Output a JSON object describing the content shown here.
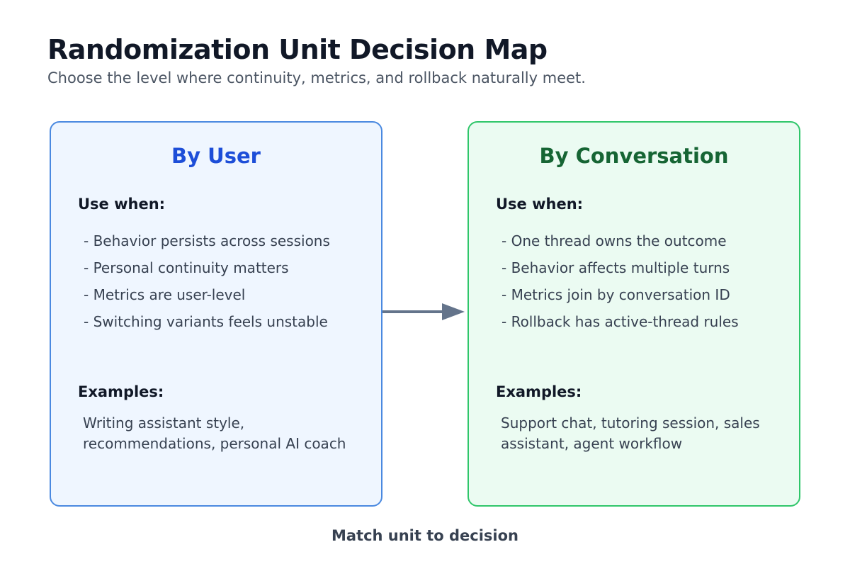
{
  "header": {
    "title": "Randomization Unit Decision Map",
    "subtitle": "Choose the level where continuity, metrics, and rollback naturally meet."
  },
  "cards": [
    {
      "title": "By User",
      "use_when_label": "Use when:",
      "bullets": [
        "- Behavior persists across sessions",
        "- Personal continuity matters",
        "- Metrics are user-level",
        "- Switching variants feels unstable"
      ],
      "examples_label": "Examples:",
      "examples": "Writing assistant style, recommendations, personal AI coach"
    },
    {
      "title": "By Conversation",
      "use_when_label": "Use when:",
      "bullets": [
        "- One thread owns the outcome",
        "- Behavior affects multiple turns",
        "- Metrics join by conversation ID",
        "- Rollback has active-thread rules"
      ],
      "examples_label": "Examples:",
      "examples": "Support chat, tutoring session, sales assistant, agent workflow"
    }
  ],
  "caption": "Match unit to decision",
  "colors": {
    "user_accent": "#1d4ed8",
    "user_border": "#4a89e0",
    "user_fill": "#eff6ff",
    "conversation_accent": "#166534",
    "conversation_border": "#2fc66a",
    "conversation_fill": "#ebfbf2",
    "arrow": "#64748b"
  }
}
